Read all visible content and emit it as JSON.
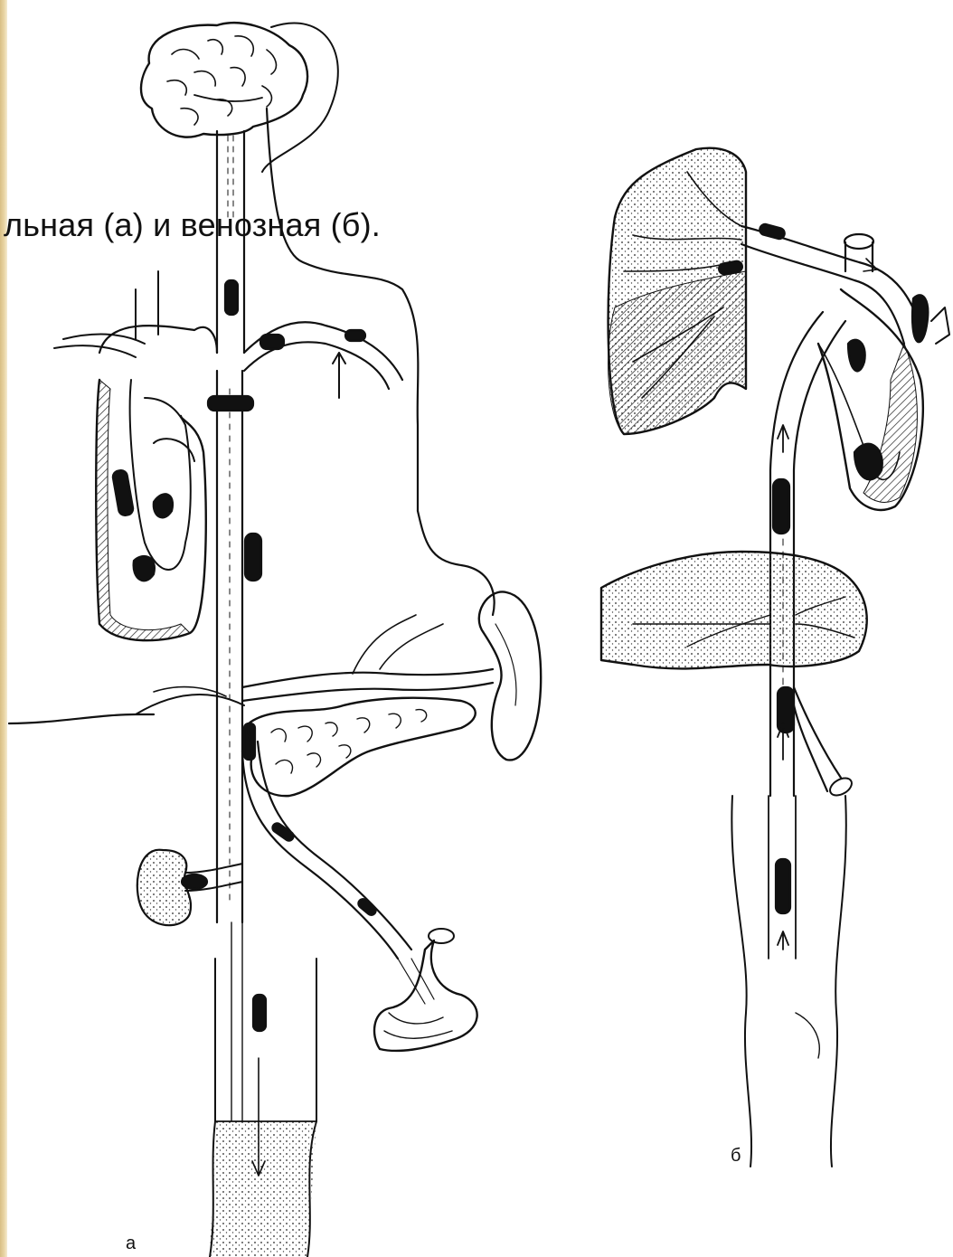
{
  "caption": "льная (а) и венозная (б).",
  "labels": {
    "a": "а",
    "b": "б"
  },
  "colors": {
    "ink": "#111111",
    "paper": "#ffffff",
    "left_strip": "#e3cb94"
  }
}
